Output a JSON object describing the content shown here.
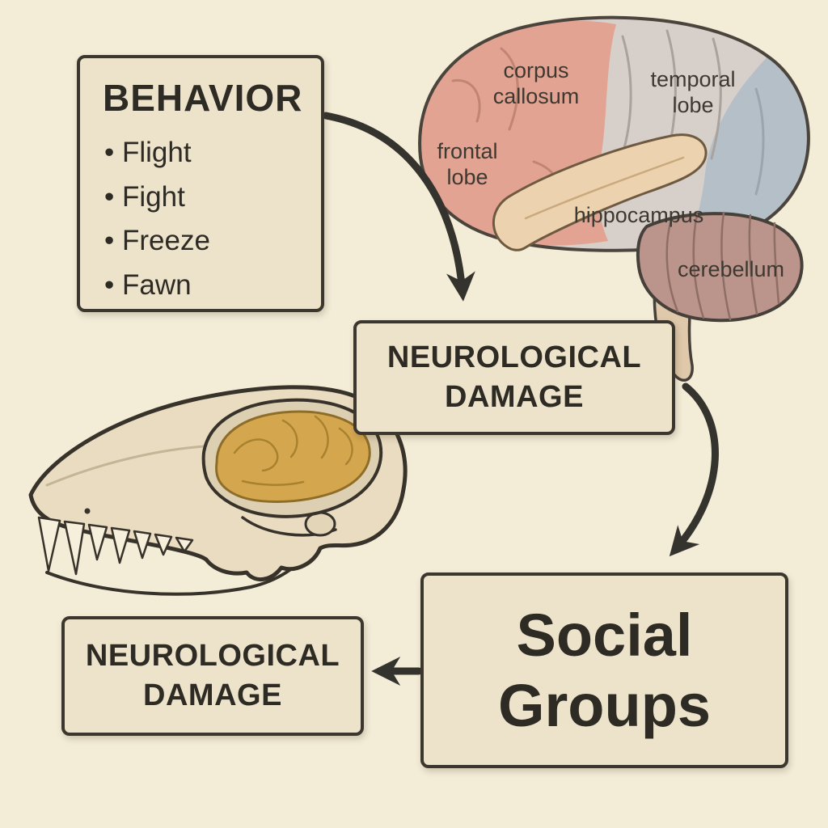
{
  "title": "Behavior and neurological damage diagram",
  "colors": {
    "background": "#f3ecd7",
    "box_fill": "#ece3ca",
    "box_border": "#3b372e",
    "text": "#2e2b25",
    "arrow": "#35332e",
    "brain_frontal_lobe": "#e3a392",
    "brain_parietal": "#d7cfca",
    "brain_occipital": "#b4bfc8",
    "brain_hippocampus": "#ecd2ae",
    "brain_cerebellum": "#bb948b",
    "skull_bone": "#e9dcc1",
    "skull_brain": "#d4a74f"
  },
  "behavior_box": {
    "title": "BEHAVIOR",
    "items": [
      "• Flight",
      "• Fight",
      "• Freeze",
      "• Fawn"
    ]
  },
  "neuro_damage_mid": {
    "line1": "NEUROLOGICAL",
    "line2": "DAMAGE"
  },
  "neuro_damage_bottom": {
    "line1": "NEUROLOGICAL",
    "line2": "DAMAGE"
  },
  "social_groups": {
    "line1": "Social",
    "line2": "Groups"
  },
  "brain_labels": {
    "corpus_callosum": {
      "line1": "corpus",
      "line2": "callosum"
    },
    "temporal_lobe": {
      "line1": "temporal",
      "line2": "lobe"
    },
    "frontal_lobe": {
      "line1": "frontal",
      "line2": "lobe"
    },
    "hippocampus": {
      "text": "hippocampus"
    },
    "cerebellum": {
      "text": "cerebellum"
    }
  }
}
